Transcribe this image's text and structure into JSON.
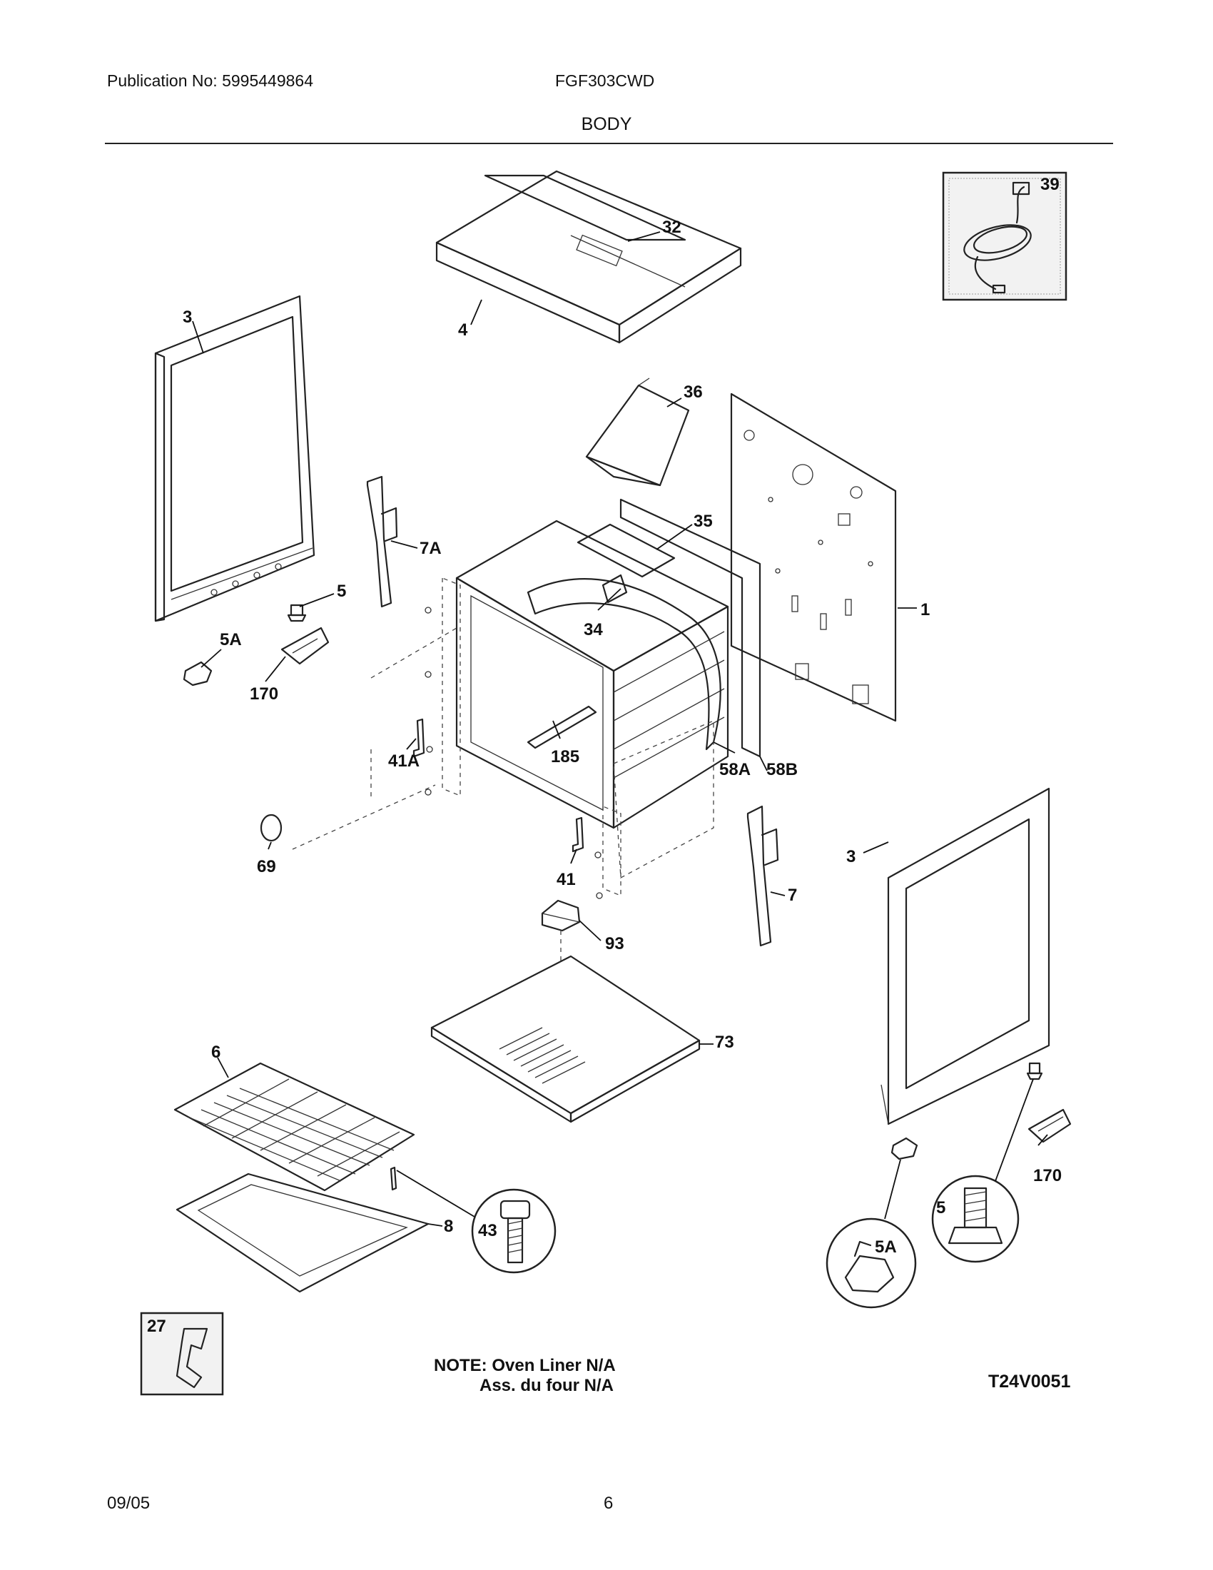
{
  "header": {
    "publication": "Publication No: 5995449864",
    "model": "FGF303CWD",
    "section": "BODY"
  },
  "note": {
    "line1": "NOTE: Oven Liner N/A",
    "line2": "Ass. du four N/A"
  },
  "diagram_code": "T24V0051",
  "footer": {
    "date": "09/05",
    "page": "6"
  },
  "callouts": [
    "32",
    "4",
    "39",
    "3",
    "36",
    "35",
    "7A",
    "5",
    "1",
    "34",
    "5A",
    "170",
    "185",
    "41A",
    "58A",
    "58B",
    "69",
    "41",
    "7",
    "93",
    "3",
    "73",
    "6",
    "170",
    "5",
    "5A",
    "43",
    "8",
    "27"
  ]
}
